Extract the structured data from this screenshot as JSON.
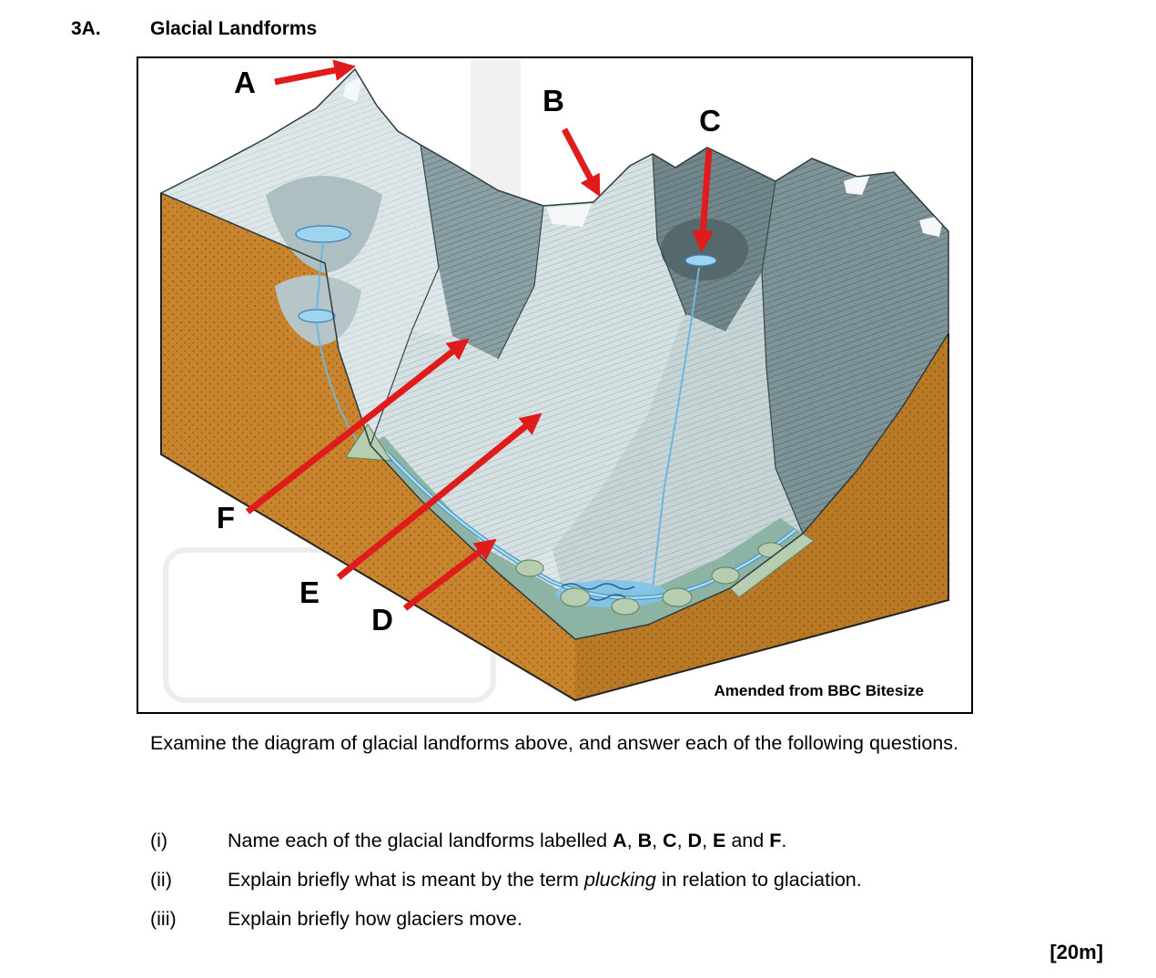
{
  "page": {
    "question_number": "3A.",
    "title": "Glacial Landforms",
    "marks": "[20m]"
  },
  "diagram": {
    "credit": "Amended from BBC Bitesize",
    "labels": [
      {
        "letter": "A"
      },
      {
        "letter": "B"
      },
      {
        "letter": "C"
      },
      {
        "letter": "D"
      },
      {
        "letter": "E"
      },
      {
        "letter": "F"
      }
    ],
    "colors": {
      "arrow_red": "#e01b1b",
      "rock_light": "#dde7e9",
      "rock_dark": "#72878b",
      "block_orange": "#c9842e",
      "valley_green": "#8cb3a4",
      "water_blue": "#9fd4f0"
    }
  },
  "intro": "Examine the diagram of glacial landforms above, and answer each of the following questions.",
  "questions": [
    {
      "num": "(i)",
      "parts": [
        {
          "t": "Name each of the glacial landforms labelled "
        },
        {
          "t": "A"
        },
        {
          "t": ", "
        },
        {
          "t": "B"
        },
        {
          "t": ", "
        },
        {
          "t": "C"
        },
        {
          "t": ", "
        },
        {
          "t": "D"
        },
        {
          "t": ", "
        },
        {
          "t": "E"
        },
        {
          "t": " and "
        },
        {
          "t": "F"
        },
        {
          "t": "."
        }
      ]
    },
    {
      "num": "(ii)",
      "parts": [
        {
          "t": "Explain briefly what is meant by the term "
        },
        {
          "t": "plucking"
        },
        {
          "t": " in relation to glaciation."
        }
      ]
    },
    {
      "num": "(iii)",
      "parts": [
        {
          "t": "Explain briefly how glaciers move."
        }
      ]
    }
  ]
}
